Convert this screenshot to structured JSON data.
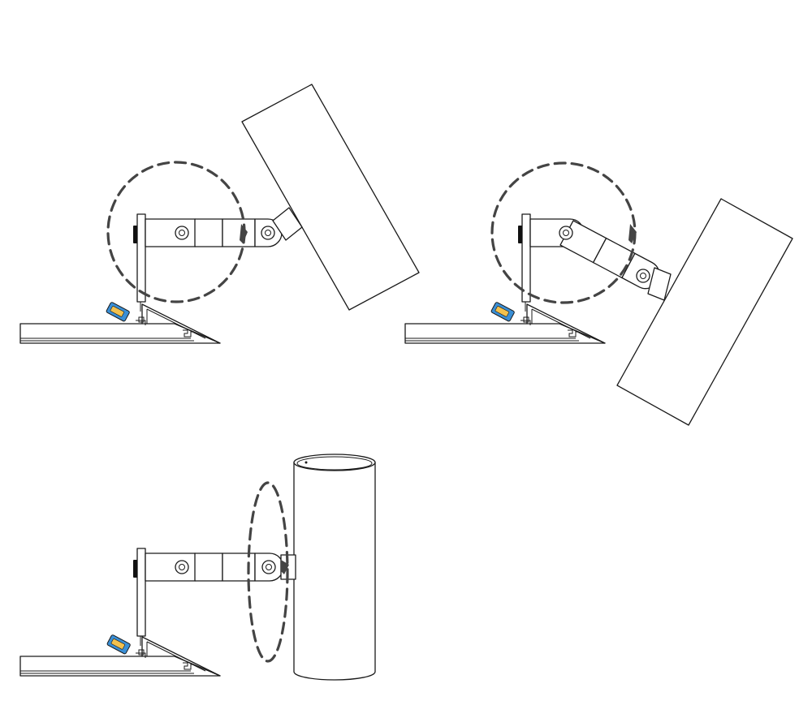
{
  "figure": {
    "panels": [
      {
        "id": "panel-1",
        "subject": "flat-panel",
        "panel_tilt": "tilted-left"
      },
      {
        "id": "panel-2",
        "subject": "flat-panel",
        "panel_tilt": "tilted-right"
      },
      {
        "id": "panel-3",
        "subject": "pole"
      }
    ],
    "colors": {
      "stroke": "#1a1a1a",
      "dashed_circle": "#444444",
      "device_blue": "#3a8fd6",
      "device_yellow": "#f2c14e",
      "knob": "#111111"
    }
  }
}
